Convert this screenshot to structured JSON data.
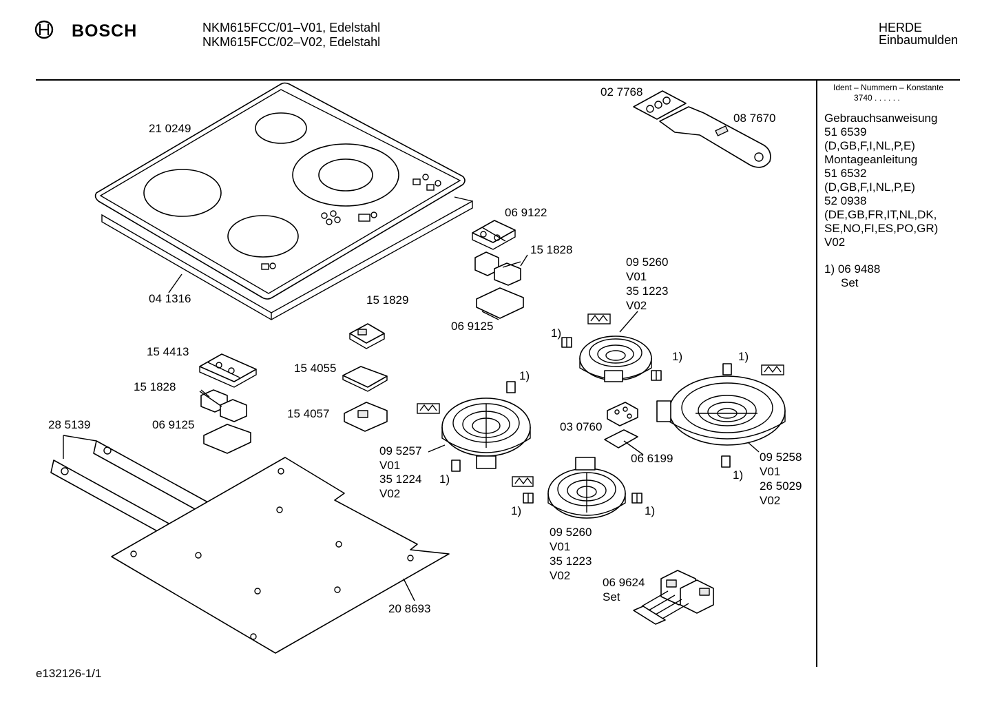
{
  "header": {
    "brand": "BOSCH",
    "models": [
      "NKM615FCC/01–V01, Edelstahl",
      "NKM615FCC/02–V02, Edelstahl"
    ],
    "category": [
      "HERDE",
      "Einbaumulden"
    ]
  },
  "sidebar": {
    "ident_title": "Ident – Nummern – Konstante",
    "ident_value": "3740 . . . . . .",
    "docs": [
      "Gebrauchsanweisung",
      "51 6539",
      "(D,GB,F,I,NL,P,E)",
      "Montageanleitung",
      "51 6532",
      "(D,GB,F,I,NL,P,E)",
      "52 0938",
      "(DE,GB,FR,IT,NL,DK,",
      "SE,NO,FI,ES,PO,GR)",
      "V02"
    ],
    "footnote": [
      "1)  06 9488",
      "Set"
    ]
  },
  "labels": {
    "p_210249": "21 0249",
    "p_041316": "04 1316",
    "p_027768": "02 7768",
    "p_087670": "08 7670",
    "p_069122": "06 9122",
    "p_151828_a": "15 1828",
    "p_069125_a": "06 9125",
    "p_151829": "15 1829",
    "p_154413": "15 4413",
    "p_151828_b": "15 1828",
    "p_069125_b": "06 9125",
    "p_154055": "15 4055",
    "p_154057": "15 4057",
    "p_285139": "28 5139",
    "p_208693": "20 8693",
    "p_030760": "03 0760",
    "p_066199": "06 6199",
    "p_069624": [
      "06 9624",
      "Set"
    ],
    "heater_top": [
      "09 5260",
      "V01",
      "35 1223",
      "V02"
    ],
    "heater_left": [
      "09 5257",
      "V01",
      "35 1224",
      "V02"
    ],
    "heater_right": [
      "09 5258",
      "V01",
      "26 5029",
      "V02"
    ],
    "heater_bottom": [
      "09 5260",
      "V01",
      "35 1223",
      "V02"
    ],
    "fn1": "1)",
    "fn2": "1)",
    "fn3": "1)",
    "fn4": "1)",
    "fn5": "1)",
    "fn6": "1)",
    "fn7": "1)",
    "fn8": "1)"
  },
  "footer": {
    "doc_id": "e132126-1/1"
  }
}
